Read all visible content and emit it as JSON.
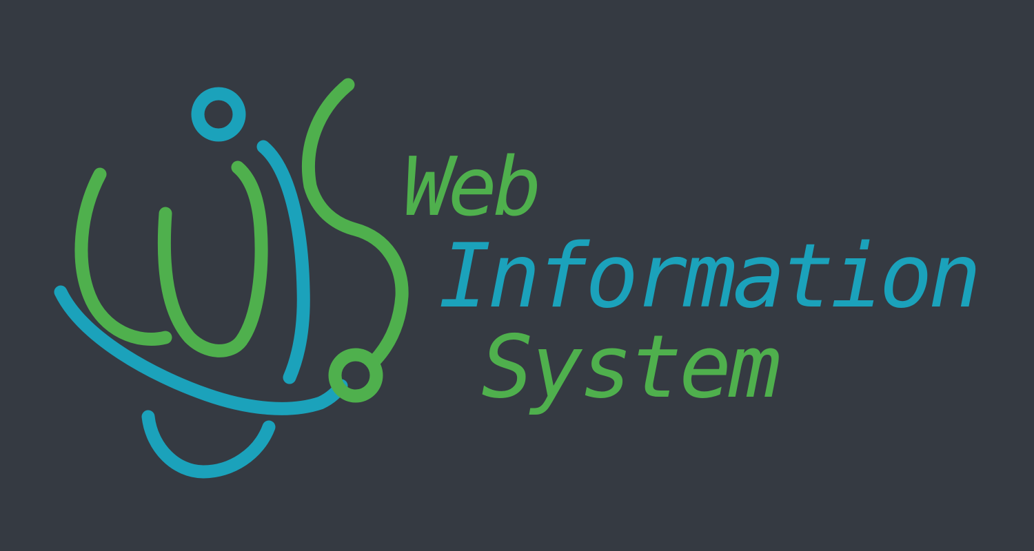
{
  "logo": {
    "mark_name": "wis-monogram",
    "colors": {
      "background": "#353a42",
      "green": "#4fb04d",
      "blue": "#1ba2bb"
    },
    "wordmark": {
      "line1": "Web",
      "line2": "Information",
      "line3": "System"
    }
  }
}
